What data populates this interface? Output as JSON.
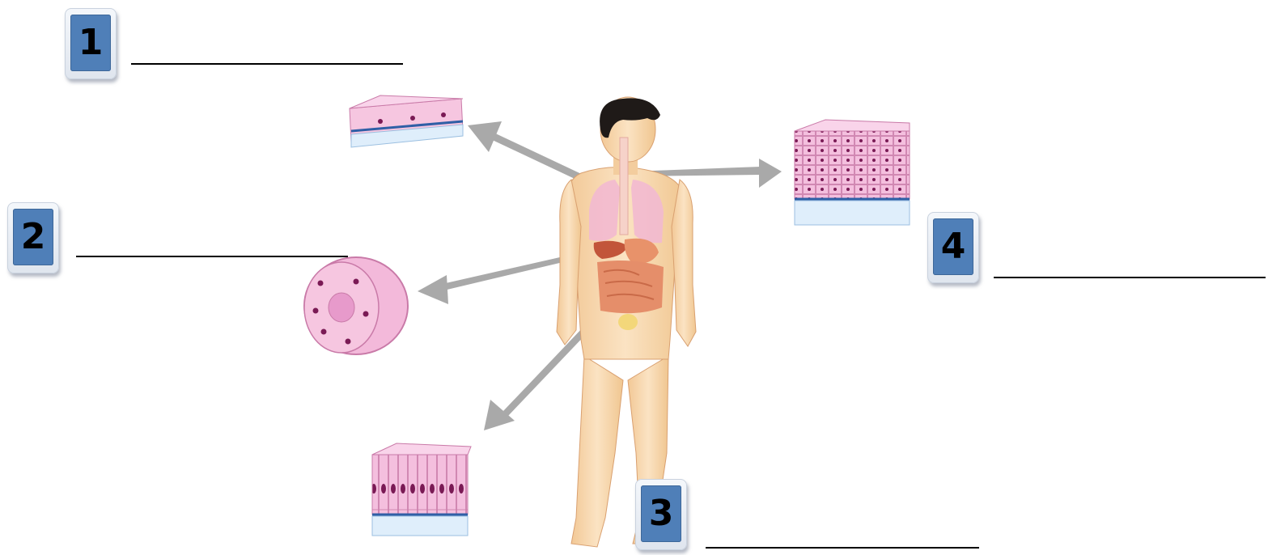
{
  "labels": [
    {
      "number": "1"
    },
    {
      "number": "2"
    },
    {
      "number": "3"
    },
    {
      "number": "4"
    }
  ],
  "colors": {
    "badge_fill": "#4f7fb8",
    "cell_pink": "#f3b9da",
    "nucleus": "#7a1a55",
    "basement": "#2f5fa6",
    "skin": "#f7d9b0",
    "arrow": "#a9a9a9"
  },
  "illustration": {
    "tissue_samples": [
      "squamous-sheet",
      "cuboidal-tubule",
      "columnar-block",
      "stratified-block"
    ],
    "organs": [
      "lungs",
      "trachea",
      "stomach",
      "liver",
      "intestines",
      "bladder"
    ]
  }
}
